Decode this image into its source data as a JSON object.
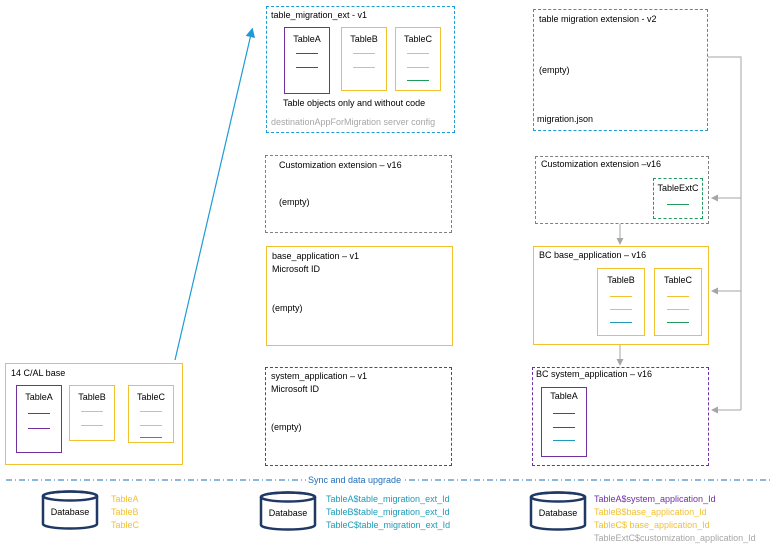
{
  "colors": {
    "purple": "#7030a0",
    "yellow": "#f2c12e",
    "teal": "#1e9bb8",
    "green": "#1e9b5a",
    "gray": "#808080",
    "navy": "#1f3864",
    "light_gray": "#a6a6a6"
  },
  "cal_base": {
    "title": "14 C/AL base",
    "tables": [
      "TableA",
      "TableB",
      "TableC"
    ]
  },
  "migration_ext": {
    "title": "table_migration_ext - v1",
    "tables": [
      "TableA",
      "TableB",
      "TableC"
    ],
    "note": "Table objects only and without code",
    "footer": "destinationAppForMigration server config"
  },
  "migration_ext_v2": {
    "title": "table migration extension - v2",
    "empty": "(empty)",
    "file": "migration.json"
  },
  "custom_v16_left": {
    "title": "Customization extension – v16",
    "empty": "(empty)"
  },
  "custom_v16_right": {
    "title": "Customization extension –v16",
    "table": "TableExtC"
  },
  "base_app_v1": {
    "title": "base_application – v1",
    "publisher": "Microsoft ID",
    "empty": "(empty)"
  },
  "bc_base_app": {
    "title": "BC base_application – v16",
    "tables": [
      "TableB",
      "TableC"
    ]
  },
  "sys_app_v1": {
    "title": "system_application – v1",
    "publisher": "Microsoft ID",
    "empty": "(empty)"
  },
  "bc_sys_app": {
    "title": "BC system_application – v16",
    "table": "TableA"
  },
  "sync_label": "Sync and data upgrade",
  "databases": [
    {
      "label": "Database",
      "entries": [
        "TableA",
        "TableB",
        "TableC"
      ]
    },
    {
      "label": "Database",
      "entries": [
        "TableA$table_migration_ext_Id",
        "TableB$table_migration_ext_Id",
        "TableC$table_migration_ext_Id"
      ]
    },
    {
      "label": "Database",
      "entries": [
        "TableA$system_application_Id",
        "TableB$base_application_Id",
        "TableC$ base_application_Id",
        "TableExtC$customization_application_Id"
      ]
    }
  ]
}
